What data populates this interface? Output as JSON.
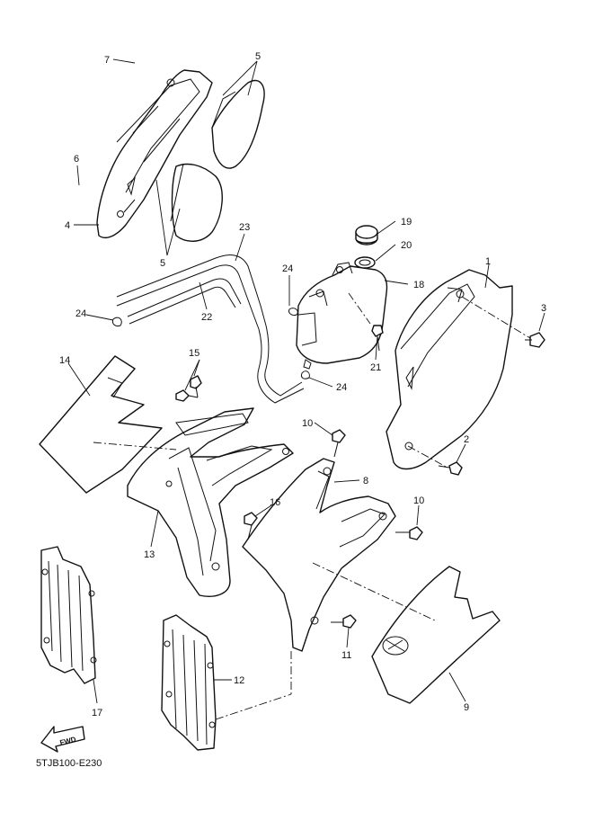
{
  "diagram": {
    "code": "5TJB100-E230",
    "fwd_label": "FWD",
    "callouts": [
      "7",
      "5",
      "6",
      "4",
      "5",
      "19",
      "20",
      "23",
      "24",
      "18",
      "1",
      "3",
      "24",
      "22",
      "21",
      "24",
      "14",
      "15",
      "10",
      "2",
      "8",
      "16",
      "13",
      "10",
      "17",
      "11",
      "12",
      "9"
    ]
  }
}
